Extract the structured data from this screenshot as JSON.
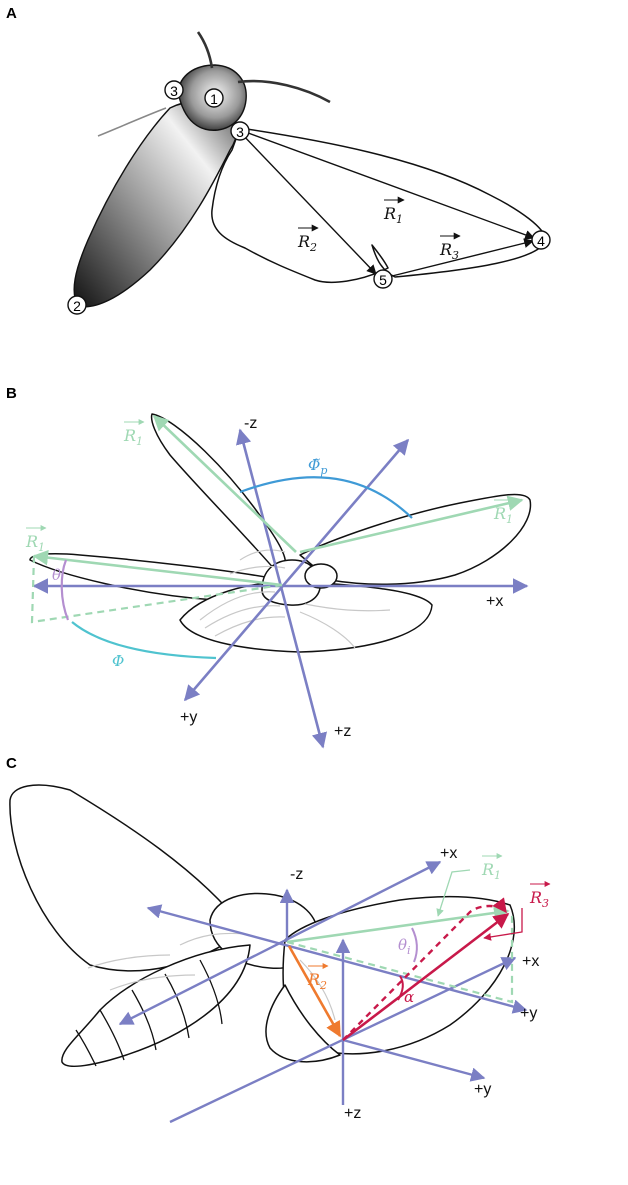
{
  "panels": {
    "a": {
      "letter": "A",
      "landmarks": [
        "1",
        "2",
        "3",
        "3",
        "4",
        "5"
      ],
      "vectors": [
        {
          "name": "R",
          "sub": "1"
        },
        {
          "name": "R",
          "sub": "2"
        },
        {
          "name": "R",
          "sub": "3"
        }
      ]
    },
    "b": {
      "letter": "B",
      "axes": {
        "neg_z": "-z",
        "pos_x": "+x",
        "pos_y": "+y",
        "pos_z": "+z"
      },
      "vector_labels": [
        {
          "name": "R",
          "sub": "1"
        },
        {
          "name": "R",
          "sub": "1"
        },
        {
          "name": "R",
          "sub": "1"
        }
      ],
      "angles": {
        "theta": "θ",
        "phi": "Φ",
        "phi_p": "Φ̃",
        "phi_p_sub": "p"
      }
    },
    "c": {
      "letter": "C",
      "axes": {
        "neg_z": "-z",
        "pos_x_upper": "+x",
        "pos_x_lower": "+x",
        "pos_y_upper": "+y",
        "pos_y_lower": "+y",
        "pos_z": "+z"
      },
      "vector_labels": [
        {
          "name": "R",
          "sub": "1"
        },
        {
          "name": "R",
          "sub": "2"
        },
        {
          "name": "R",
          "sub": "3"
        }
      ],
      "angles": {
        "theta_i": "θ",
        "theta_i_sub": "i",
        "alpha": "α"
      }
    }
  },
  "colors": {
    "axis": "#7b7fc4",
    "r1": "#9fd8b3",
    "r2": "#ef7a2e",
    "r3": "#c8194a",
    "theta": "#b48fd0",
    "phi": "#4fc3cf",
    "phi_p": "#3f9ad6",
    "ink": "#111111"
  }
}
